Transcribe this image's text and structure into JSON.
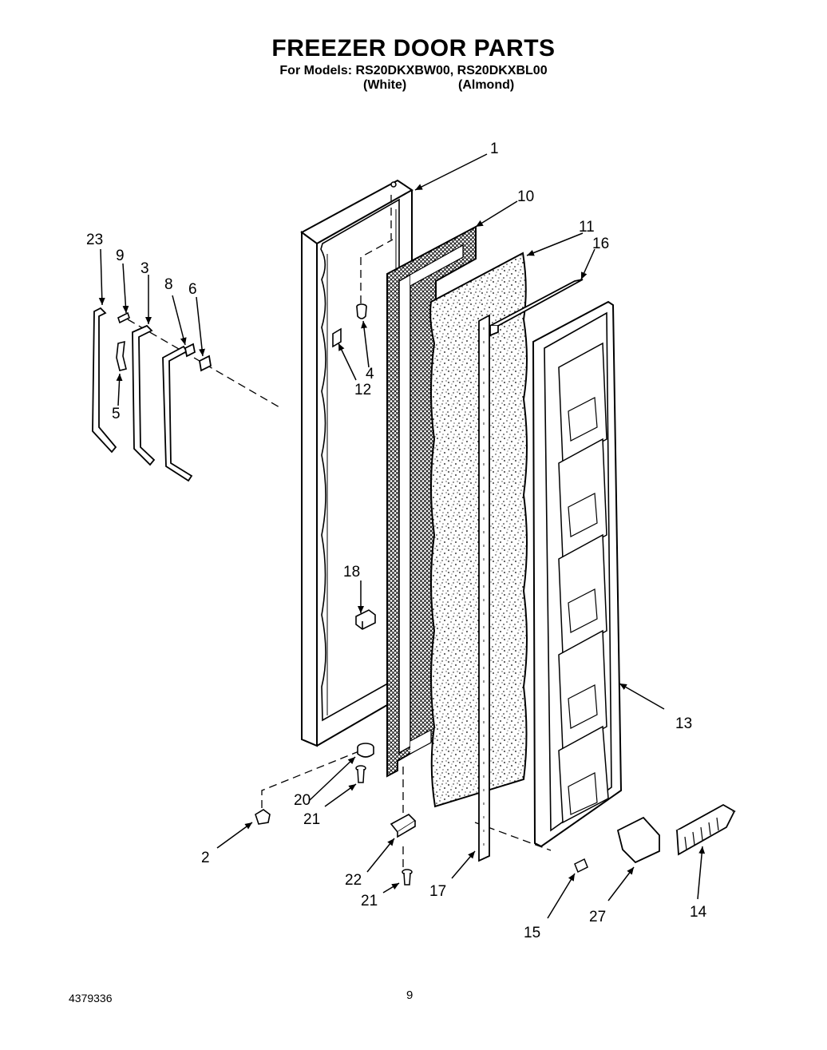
{
  "header": {
    "title": "FREEZER DOOR PARTS",
    "models_line": "For Models: RS20DKXBW00, RS20DKXBL00",
    "color_white": "(White)",
    "color_almond": "(Almond)"
  },
  "callouts": {
    "c1": "1",
    "c2": "2",
    "c3": "3",
    "c4": "4",
    "c5": "5",
    "c6": "6",
    "c8": "8",
    "c9": "9",
    "c10": "10",
    "c11": "11",
    "c12": "12",
    "c13": "13",
    "c14": "14",
    "c15": "15",
    "c16": "16",
    "c17": "17",
    "c18": "18",
    "c20": "20",
    "c21a": "21",
    "c21b": "21",
    "c22": "22",
    "c23": "23",
    "c27": "27"
  },
  "footer": {
    "document_number": "4379336",
    "page_number": "9"
  }
}
